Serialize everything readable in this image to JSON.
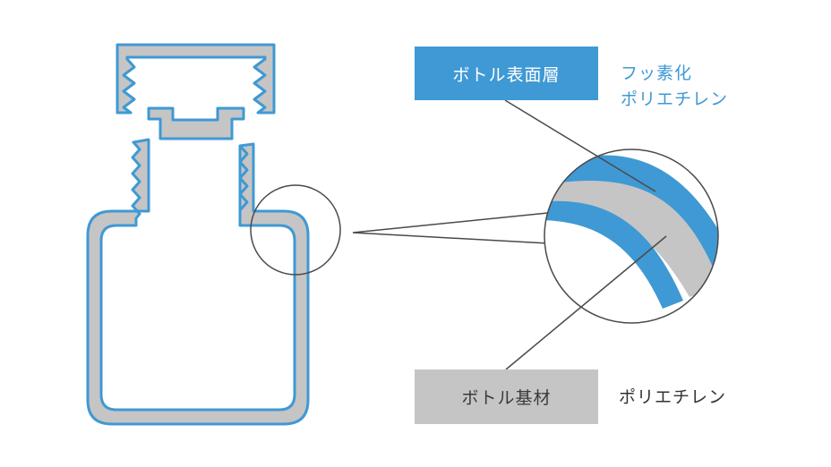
{
  "colors": {
    "blue": "#3f99d4",
    "gray": "#c5c5c5",
    "outline": "#4a4a4a",
    "dark_text": "#333333"
  },
  "labels": {
    "surface_layer": "ボトル表面層",
    "surface_material_line1": "フッ素化",
    "surface_material_line2": "ポリエチレン",
    "base_layer": "ボトル基材",
    "base_material": "ポリエチレン"
  },
  "icons": {
    "bottle": "bottle-cross-section-icon",
    "magnifier": "magnify-circle-icon",
    "detail": "layer-detail-icon"
  }
}
